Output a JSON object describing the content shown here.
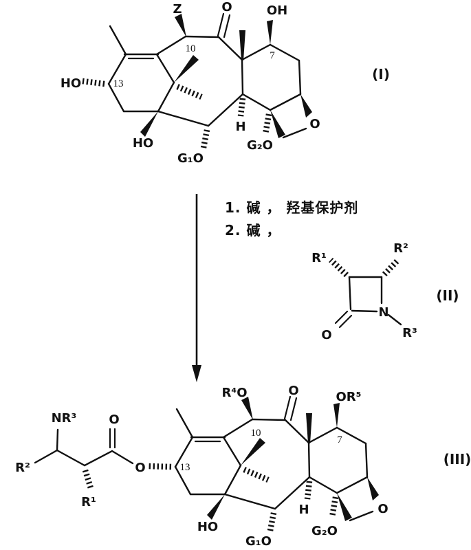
{
  "colors": {
    "ink": "#111111",
    "background": "#ffffff"
  },
  "compound_i": {
    "tag": "(I)",
    "z": "Z",
    "ketone_o": "O",
    "oh_7": "OH",
    "c10": "10",
    "c7": "7",
    "ho_13": "HO",
    "c13": "13",
    "ho_1": "HO",
    "g1o": "G₁O",
    "g2o": "G₂O",
    "h": "H",
    "oxetane_o": "O"
  },
  "conditions": {
    "step_1": "1.  碱 ， 羟基保护剂",
    "step_2": "2.  碱 ，"
  },
  "compound_ii": {
    "tag": "(II)",
    "r1": "R¹",
    "r2": "R²",
    "n": "N",
    "o": "O",
    "r3": "R³"
  },
  "compound_iii": {
    "tag": "(III)",
    "nr3": "NR³",
    "r2": "R²",
    "r1": "R¹",
    "carbonyl_o": "O",
    "ester_o": "O",
    "c13": "13",
    "r4o": "R⁴O",
    "c10": "10",
    "ketone_o": "O",
    "or5": "OR⁵",
    "c7": "7",
    "ho_1": "HO",
    "g1o": "G₁O",
    "g2o": "G₂O",
    "h": "H",
    "oxetane_o": "O"
  }
}
